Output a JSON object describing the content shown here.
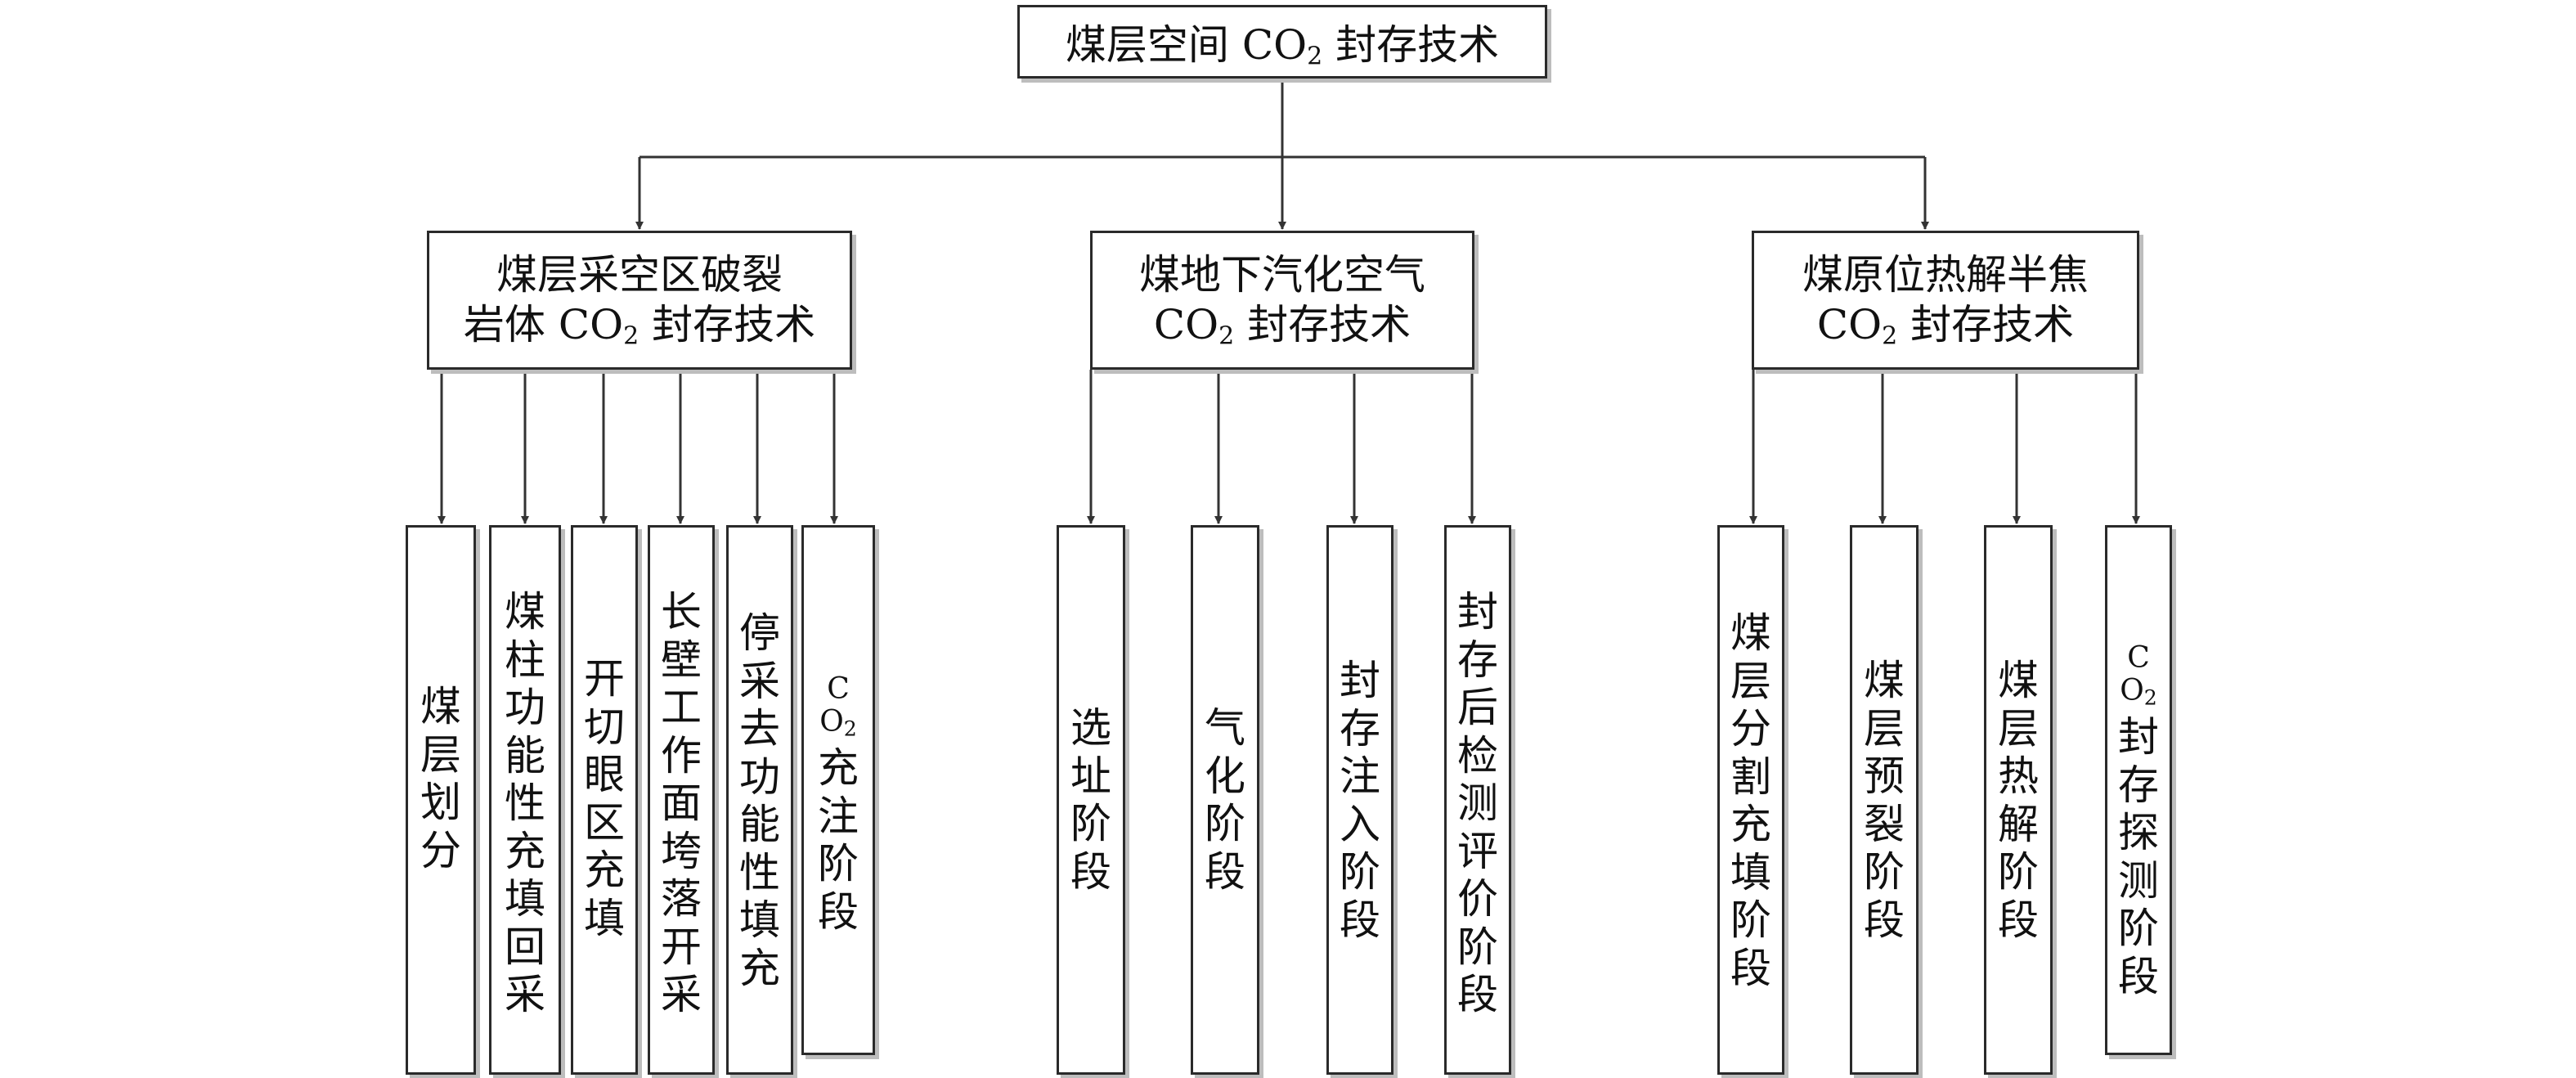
{
  "root": {
    "title": "煤层空间 CO",
    "sub": "2",
    "title_suffix": " 封存技术"
  },
  "branches": [
    {
      "label_line1": "煤层采空区破裂",
      "label_line2_prefix": "岩体 CO",
      "label_line2_sub": "2",
      "label_line2_suffix": " 封存技术",
      "children": [
        {
          "text": "煤层划分"
        },
        {
          "text": "煤柱功能性充填回采"
        },
        {
          "text": "开切眼区充填"
        },
        {
          "text": "长壁工作面垮落开采"
        },
        {
          "text": "停采去功能性填充"
        },
        {
          "co2": "CO",
          "co2_sub": "2",
          "text": "充注阶段"
        }
      ]
    },
    {
      "label_line1": "煤地下汽化空气",
      "label_line2_prefix": "CO",
      "label_line2_sub": "2",
      "label_line2_suffix": " 封存技术",
      "children": [
        {
          "text": "选址阶段"
        },
        {
          "text": "气化阶段"
        },
        {
          "text": "封存注入阶段"
        },
        {
          "text": "封存后检测评价阶段"
        }
      ]
    },
    {
      "label_line1": "煤原位热解半焦",
      "label_line2_prefix": "CO",
      "label_line2_sub": "2",
      "label_line2_suffix": " 封存技术",
      "children": [
        {
          "text": "煤层分割充填阶段"
        },
        {
          "text": "煤层预裂阶段"
        },
        {
          "text": "煤层热解阶段"
        },
        {
          "co2": "CO",
          "co2_sub": "2",
          "text": "封存探测阶段"
        }
      ]
    }
  ]
}
